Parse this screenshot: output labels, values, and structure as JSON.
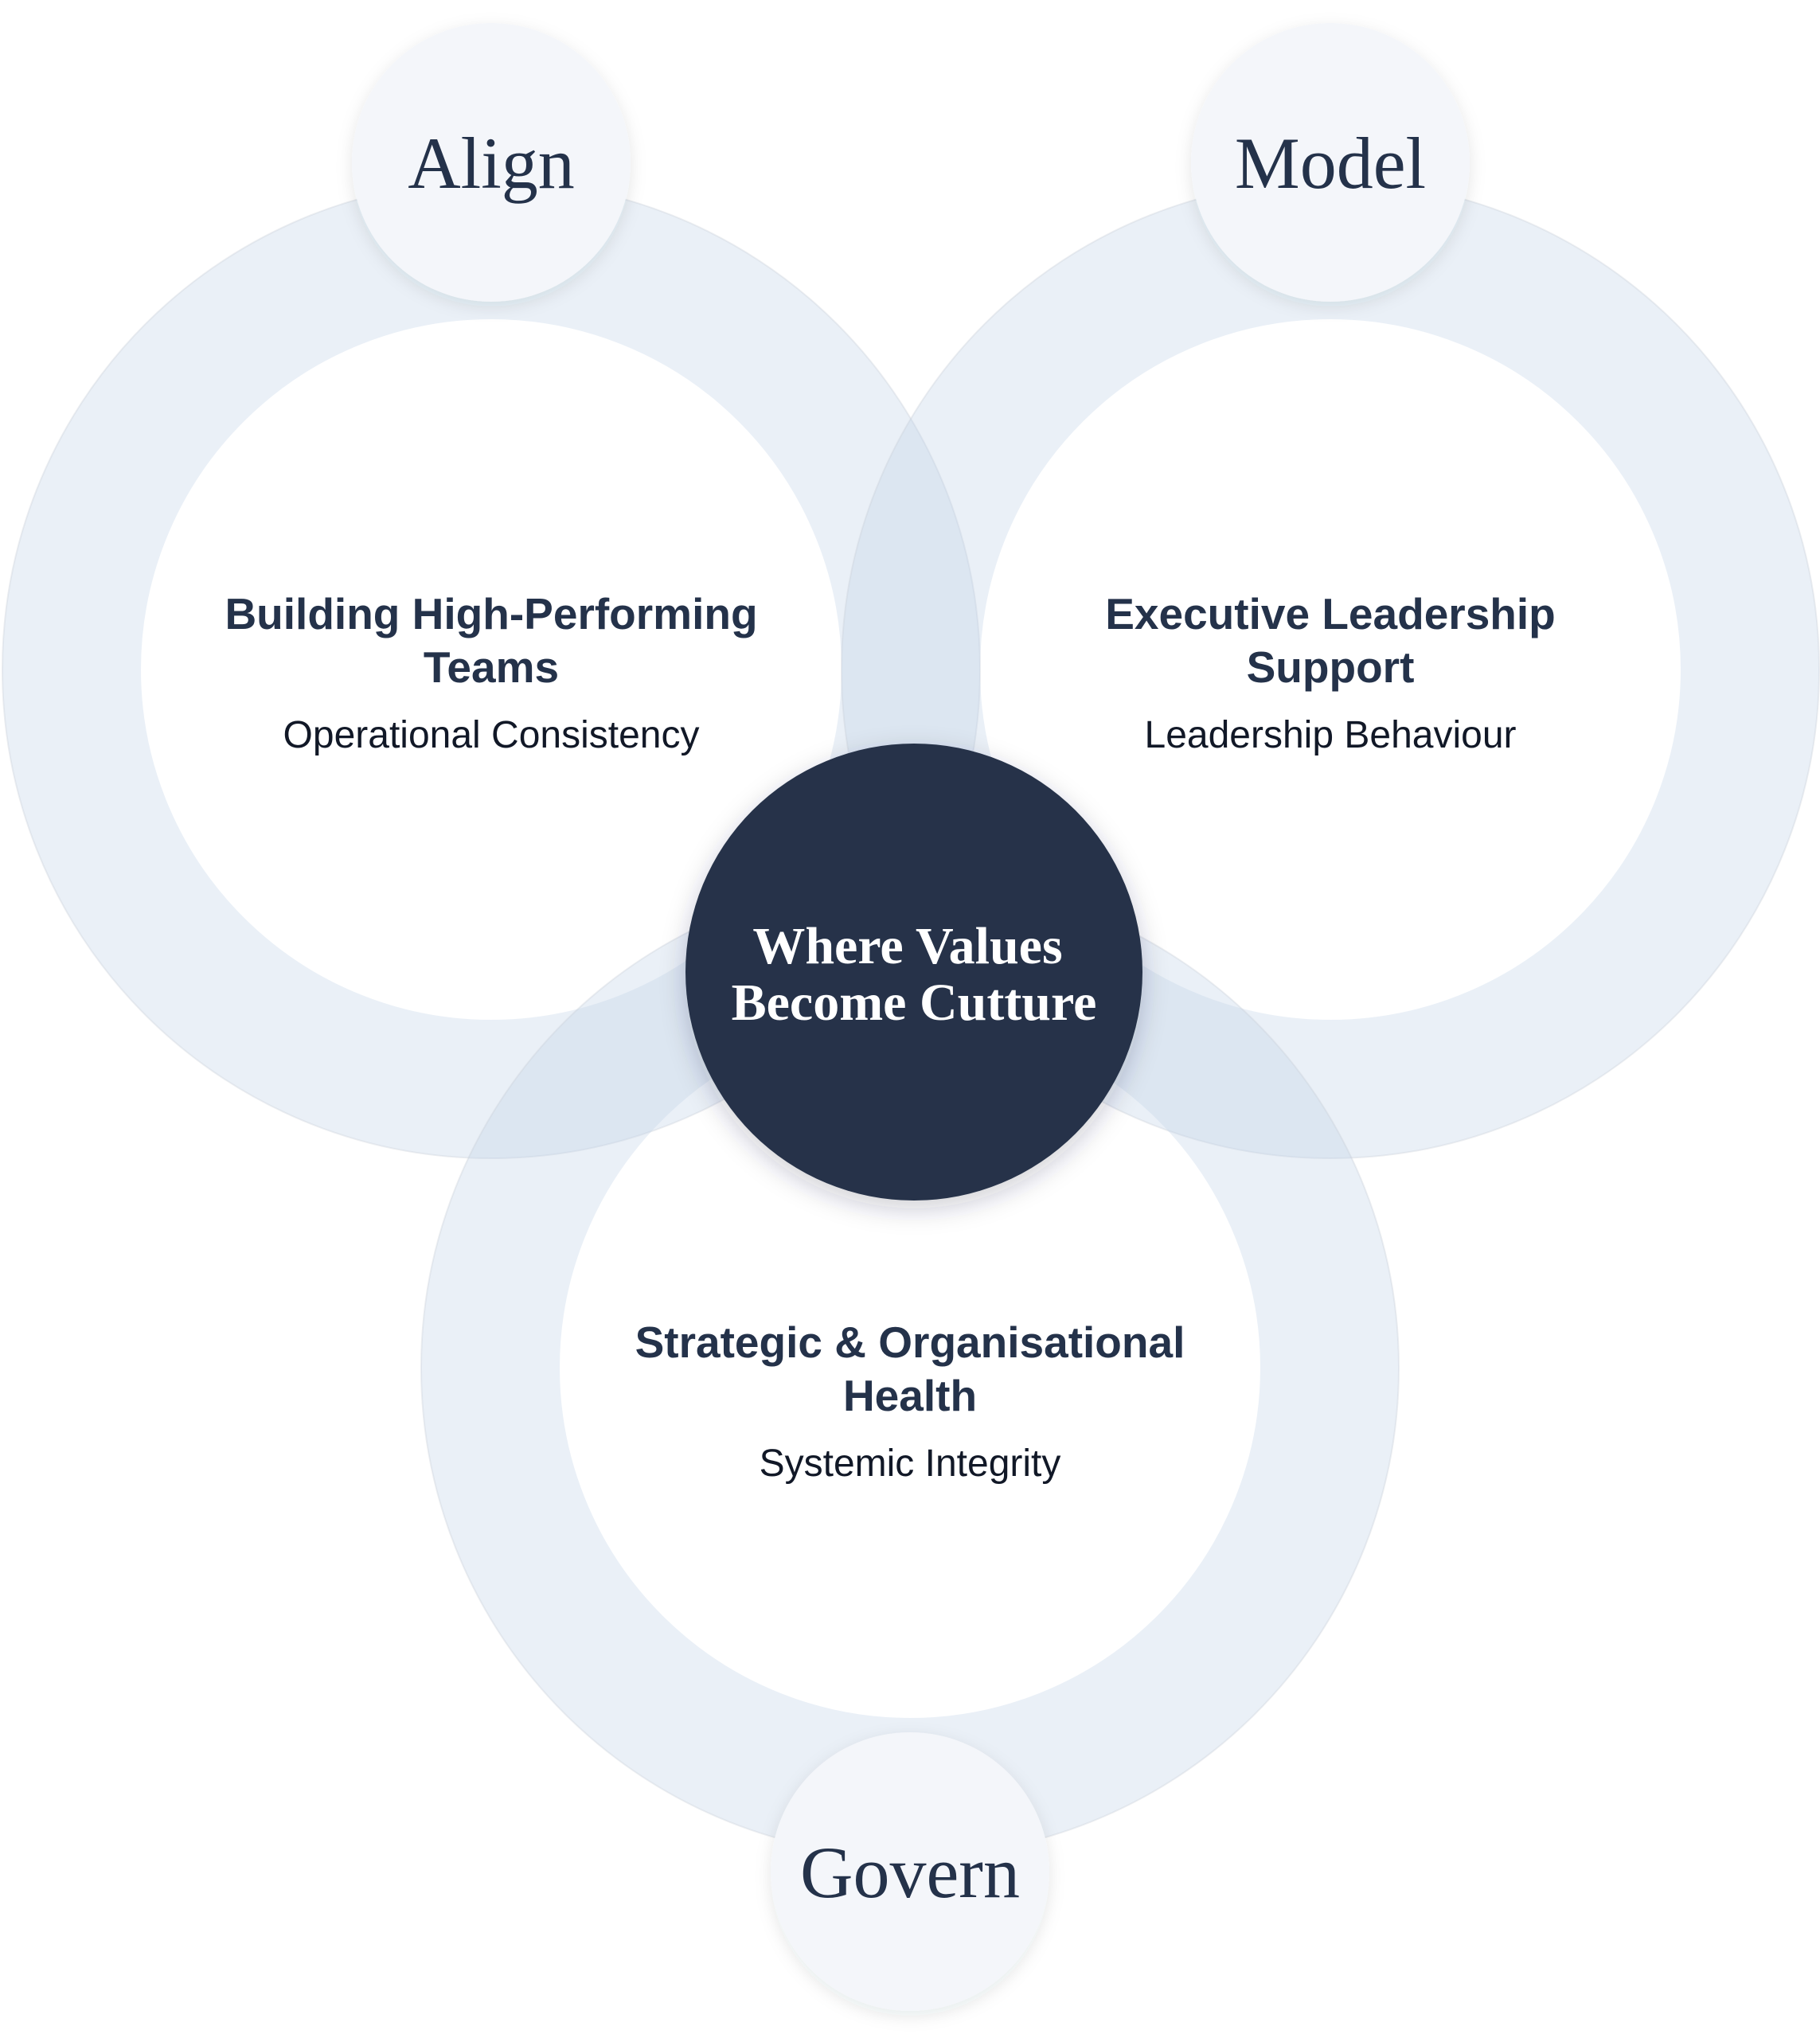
{
  "colors": {
    "ring": "#eaeff6",
    "ring_overlap": "#d9e2ef",
    "badge": "#f4f6fa",
    "center": "#253349",
    "text_dark": "#24324a"
  },
  "center": {
    "line1": "Where Values",
    "line2": "Become Cutture"
  },
  "pillars": [
    {
      "label": "Align",
      "title_line1": "Building High-Performing",
      "title_line2": "Teams",
      "subtitle": "Operational Consistency"
    },
    {
      "label": "Model",
      "title_line1": "Executive Leadership",
      "title_line2": "Support",
      "subtitle": "Leadership Behaviour"
    },
    {
      "label": "Govern",
      "title_line1": "Strategic & Organisational",
      "title_line2": "Health",
      "subtitle": "Systemic Integrity"
    }
  ]
}
